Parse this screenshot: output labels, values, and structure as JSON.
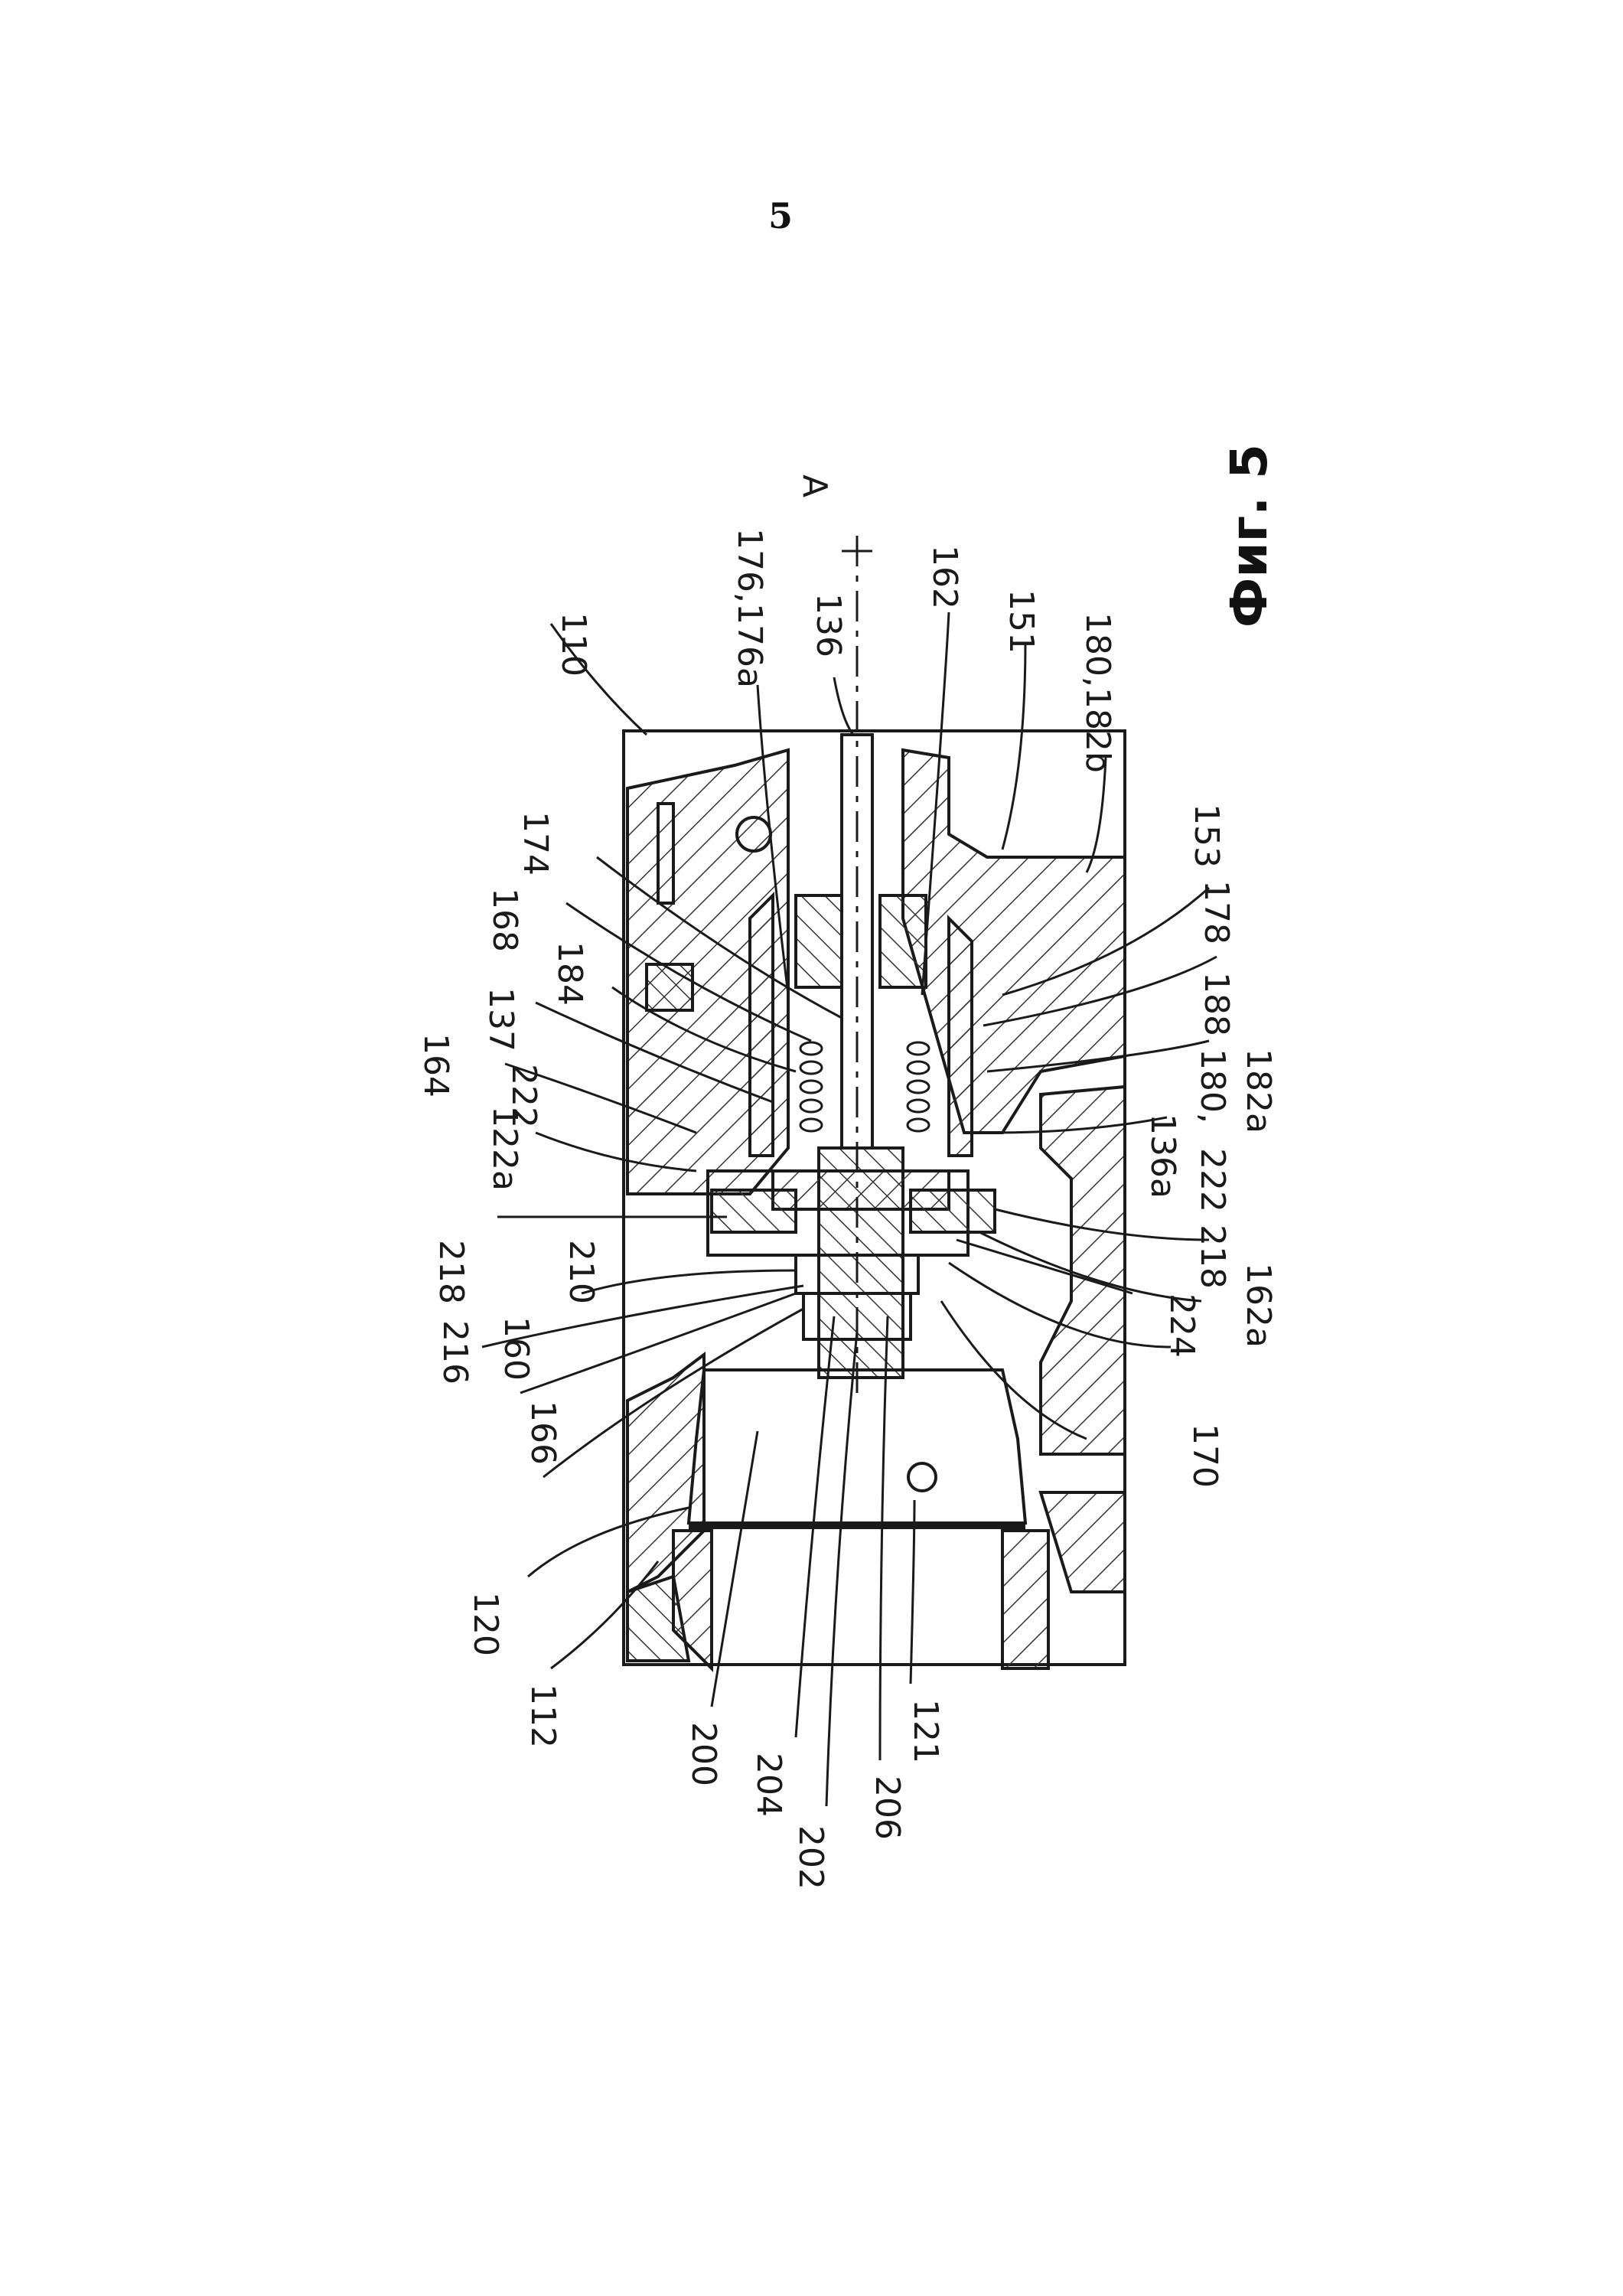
{
  "page": {
    "number": "5"
  },
  "figure": {
    "caption": "Фиг. 5"
  },
  "axis_label": "A",
  "reference_labels": [
    "110",
    "176,176a",
    "136",
    "162",
    "151",
    "180,182b",
    "153",
    "178",
    "188",
    "180,",
    "182a",
    "136a",
    "222",
    "218",
    "162a",
    "224",
    "170",
    "121",
    "206",
    "202",
    "204",
    "200",
    "112",
    "120",
    "166",
    "160",
    "216",
    "210",
    "218",
    "122a",
    "222",
    "164",
    "137",
    "184",
    "168",
    "174"
  ],
  "colors": {
    "ink": "#1a1a1a",
    "paper": "#ffffff",
    "hatch": "#333333"
  }
}
